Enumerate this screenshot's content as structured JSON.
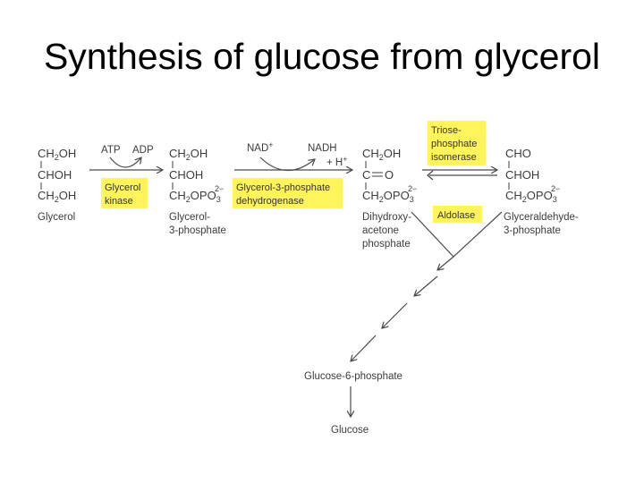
{
  "title": "Synthesis of glucose from glycerol",
  "compounds": {
    "glycerol": {
      "line1": "CH",
      "line1_sub": "2",
      "line1_end": "OH",
      "line2": "CHOH",
      "line3": "CH",
      "line3_sub": "2",
      "line3_end": "OH",
      "name": "Glycerol"
    },
    "g3p": {
      "line1": "CH",
      "line1_sub": "2",
      "line1_end": "OH",
      "line2": "CHOH",
      "line3": "CH",
      "line3_sub": "2",
      "line3_end": "OPO",
      "line3_sub2": "3",
      "charge": "2−",
      "name1": "Glycerol-",
      "name2": "3-phosphate"
    },
    "dhap": {
      "line1": "CH",
      "line1_sub": "2",
      "line1_end": "OH",
      "line2a": "C",
      "line2b": "O",
      "line3": "CH",
      "line3_sub": "2",
      "line3_end": "OPO",
      "line3_sub2": "3",
      "charge": "2−",
      "name1": "Dihydroxy-",
      "name2": "acetone",
      "name3": "phosphate"
    },
    "gap": {
      "line1": "CHO",
      "line2": "CHOH",
      "line3": "CH",
      "line3_sub": "2",
      "line3_end": "OPO",
      "line3_sub2": "3",
      "charge": "2−",
      "name1": "Glyceraldehyde-",
      "name2": "3-phosphate"
    },
    "g6p": {
      "name": "Glucose-6-phosphate"
    },
    "glucose": {
      "name": "Glucose"
    }
  },
  "cofactors": {
    "atp": "ATP",
    "adp": "ADP",
    "nad": "NAD",
    "nad_sup": "+",
    "nadh": "NADH",
    "h_plus": "+ H",
    "h_sup": "+"
  },
  "enzymes": {
    "glycerol_kinase": {
      "line1": "Glycerol",
      "line2": "kinase"
    },
    "g3p_dh": {
      "line1": "Glycerol-3-phosphate",
      "line2": "dehydrogenase"
    },
    "tpi": {
      "line1": "Triose-",
      "line2": "phosphate",
      "line3": "isomerase"
    },
    "aldolase": {
      "line1": "Aldolase"
    }
  },
  "colors": {
    "enzyme_box": "#fff45c",
    "arrow": "#4a4a4a"
  }
}
